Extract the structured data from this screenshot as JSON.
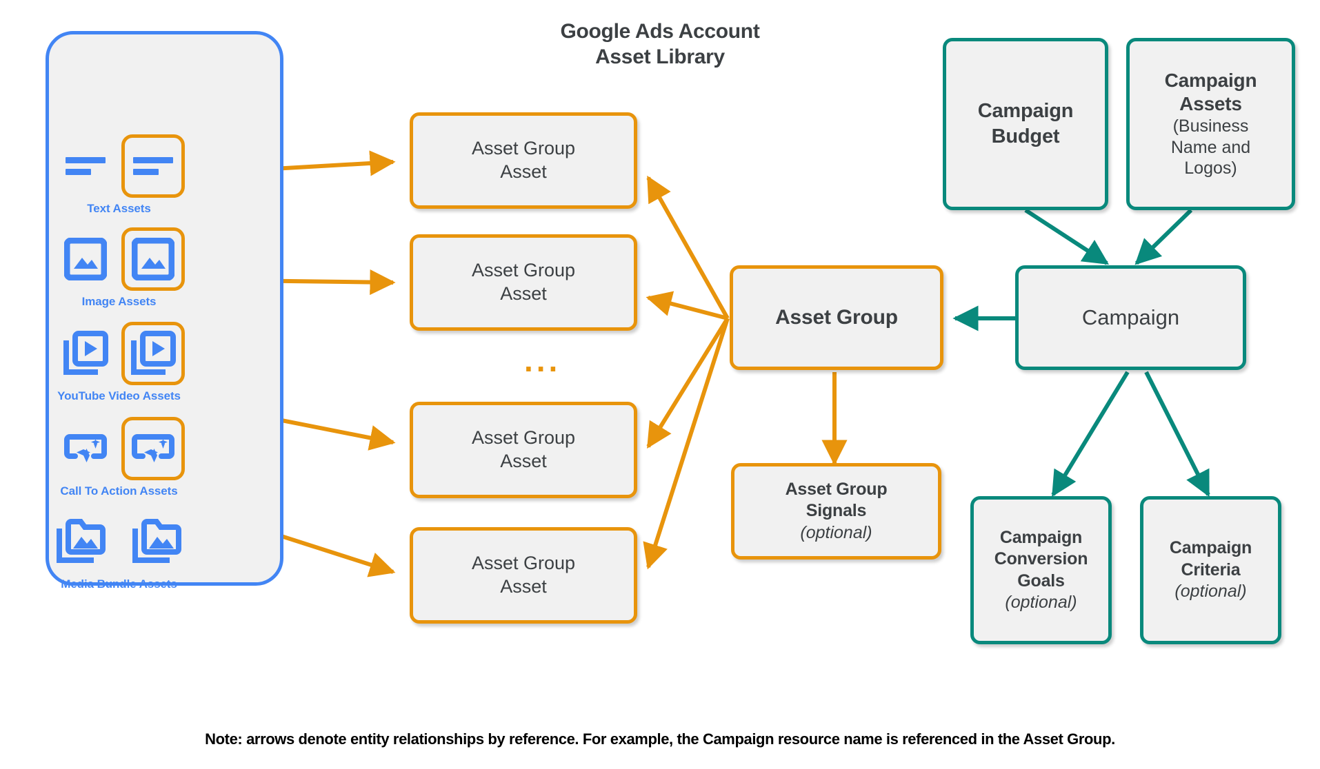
{
  "library": {
    "title_line1": "Google Ads Account",
    "title_line2": "Asset Library",
    "border_color": "#4285f4",
    "assets": [
      {
        "label": "Text Assets",
        "icon": "text-asset-icon",
        "highlighted_index": 1
      },
      {
        "label": "Image Assets",
        "icon": "image-asset-icon",
        "highlighted_index": 1
      },
      {
        "label": "YouTube Video  Assets",
        "icon": "video-asset-icon",
        "highlighted_index": 1
      },
      {
        "label": "Call To Action Assets",
        "icon": "call-to-action-asset-icon",
        "highlighted_index": 1
      },
      {
        "label": "Media Bundle  Assets",
        "icon": "media-bundle-asset-icon",
        "highlighted_index": -1
      }
    ]
  },
  "asset_group_assets": [
    {
      "line1": "Asset Group",
      "line2": "Asset"
    },
    {
      "line1": "Asset Group",
      "line2": "Asset"
    },
    {
      "line1": "Asset Group",
      "line2": "Asset"
    },
    {
      "line1": "Asset Group",
      "line2": "Asset"
    }
  ],
  "ellipsis": "...",
  "asset_group": {
    "label": "Asset Group"
  },
  "asset_group_signals": {
    "line1": "Asset Group",
    "line2": "Signals",
    "optional": "(optional)"
  },
  "campaign_budget": {
    "line1": "Campaign",
    "line2": "Budget"
  },
  "campaign_assets": {
    "line1": "Campaign",
    "line2": "Assets",
    "sub1": "(Business",
    "sub2": "Name and",
    "sub3": "Logos)"
  },
  "campaign": {
    "label": "Campaign"
  },
  "campaign_conversion_goals": {
    "line1": "Campaign",
    "line2": "Conversion",
    "line3": "Goals",
    "optional": "(optional)"
  },
  "campaign_criteria": {
    "line1": "Campaign",
    "line2": "Criteria",
    "optional": "(optional)"
  },
  "note": "Note: arrows denote entity relationships by reference. For example, the Campaign resource name is referenced in the Asset Group.",
  "colors": {
    "orange": "#e8940c",
    "teal": "#09897c",
    "blue": "#4285f4",
    "box_fill": "#f1f1f1",
    "text": "#3c4043"
  }
}
